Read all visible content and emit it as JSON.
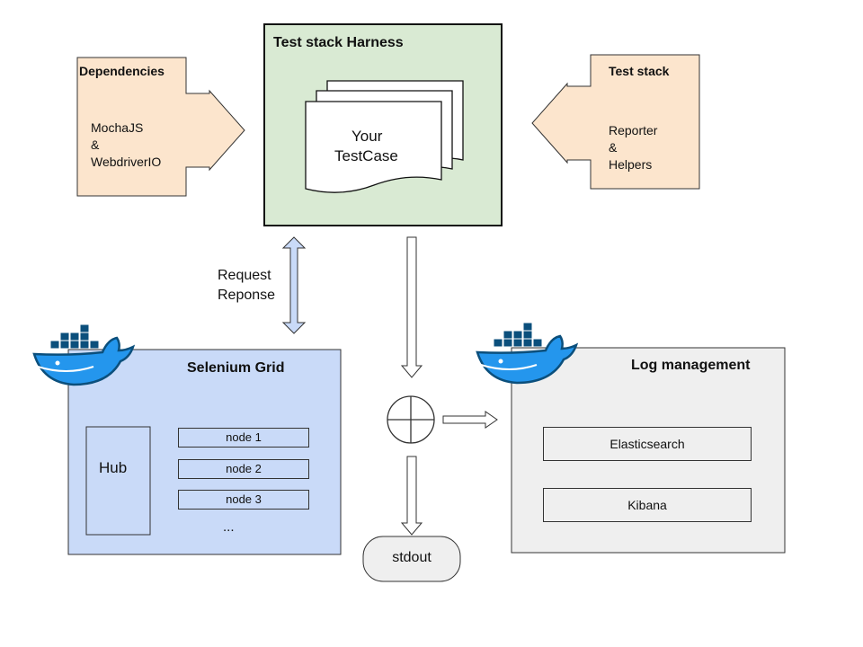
{
  "dependencies": {
    "title": "Dependencies",
    "lines": [
      "MochaJS",
      "&",
      "WebdriverIO"
    ]
  },
  "harness": {
    "title": "Test stack Harness",
    "testcase_lines": [
      "Your",
      "TestCase"
    ]
  },
  "test_stack": {
    "title": "Test stack",
    "lines": [
      "Reporter",
      "&",
      "Helpers"
    ]
  },
  "request_response": [
    "Request",
    "Reponse"
  ],
  "selenium": {
    "title": "Selenium Grid",
    "hub": "Hub",
    "nodes": [
      "node 1",
      "node 2",
      "node 3"
    ],
    "ellipsis": "..."
  },
  "log_management": {
    "title": "Log management",
    "items": [
      "Elasticsearch",
      "Kibana"
    ]
  },
  "stdout": "stdout",
  "colors": {
    "peach": "#fce5cd",
    "green": "#d9ead3",
    "blue": "#c9daf8",
    "gray": "#efefef",
    "docker_blue": "#2496ed",
    "docker_dark": "#0b4f7c"
  }
}
